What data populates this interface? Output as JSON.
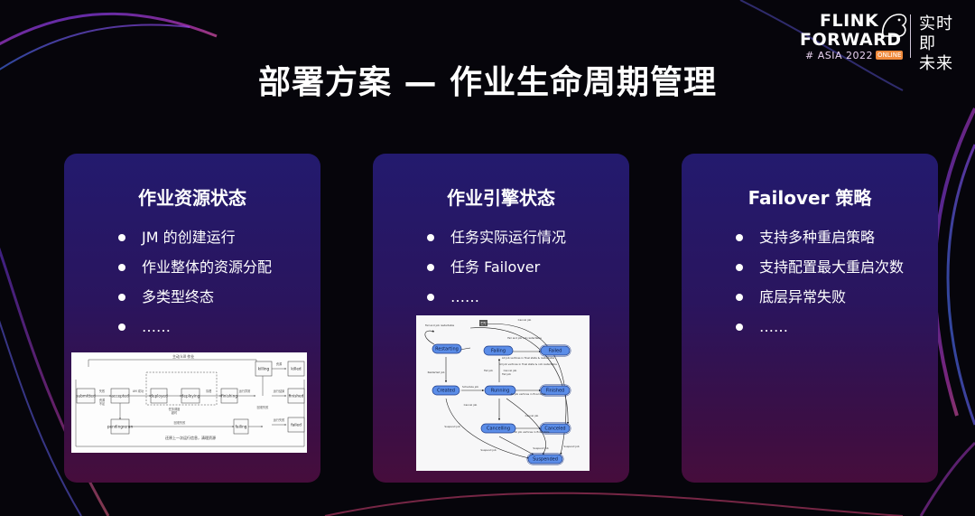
{
  "logo": {
    "line1": "FLINK",
    "line2": "FORWARD",
    "line3": "# ASIA 2022",
    "badge": "ONLINE",
    "cn_line1": "实时即",
    "cn_line2": "未来"
  },
  "title": "部署方案 — 作业生命周期管理",
  "cards": [
    {
      "title": "作业资源状态",
      "items": [
        "JM 的创建运行",
        "作业整体的资源分配",
        "多类型终态",
        "……"
      ],
      "diagram": {
        "top_label": "主动 kill 作业",
        "states": [
          "submitted",
          "accepted",
          "deployed",
          "deploying",
          "finishing",
          "killing",
          "killed",
          "finished",
          "failed",
          "pendingrerun",
          "failing"
        ],
        "edge_labels": [
          "失败",
          "资源",
          "不足",
          "AM 成功",
          "任务调度",
          "超时",
          "清理",
          "资源",
          "运行结束",
          "运行异常",
          "回滚失败",
          "运行失败",
          "回滚失败"
        ],
        "bottom_label": "还原上一次运行信息，清理资源"
      }
    },
    {
      "title": "作业引擎状态",
      "items": [
        "任务实际运行情况",
        "任务 Failover",
        "……"
      ],
      "diagram": {
        "badge": "EN",
        "states": [
          "Restarting",
          "Failing",
          "Failed",
          "Created",
          "Running",
          "Finished",
          "Cancelling",
          "Canceled",
          "Suspended"
        ],
        "edge_labels": [
          "Cancel job",
          "Fail and job restartable",
          "Fail and job not restartable",
          "All job vertices in final state & restartable",
          "All job vertices in final state & not restartable",
          "Restarted job",
          "Fail job",
          "Schedule job",
          "All job vertices in final state",
          "Cancel job",
          "Cancel job",
          "Fail job",
          "Cancel job",
          "All job vertices in final state",
          "Suspend job",
          "Suspend job",
          "Suspend job",
          "Suspend job"
        ]
      }
    },
    {
      "title": "Failover 策略",
      "items": [
        "支持多种重启策略",
        "支持配置最大重启次数",
        "底层异常失败",
        "……"
      ]
    }
  ],
  "colors": {
    "card_top": "#231a6e",
    "card_bottom": "#460d3c",
    "state_fill": "#5b8de8",
    "state_stroke": "#1f3c88"
  }
}
